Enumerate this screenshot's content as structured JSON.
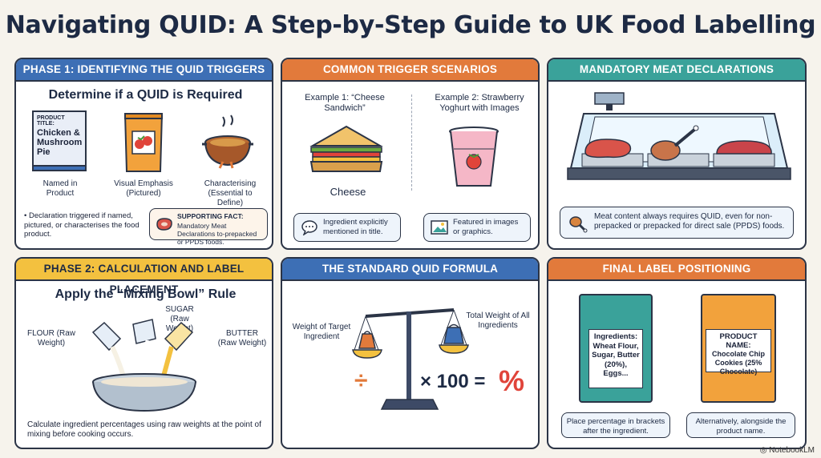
{
  "title": "Navigating QUID: A Step-by-Step Guide to UK Food Labelling",
  "phase1": {
    "header": "PHASE 1: IDENTIFYING THE QUID TRIGGERS",
    "subtitle": "Determine if a QUID is Required",
    "product_box_label": "PRODUCT TITLE:",
    "product_box_name": "Chicken & Mushroom Pie",
    "items": [
      "Named in Product",
      "Visual Emphasis (Pictured)",
      "Characterising (Essential to Define)"
    ],
    "bullet": "Declaration triggered if named, pictured, or characterises the food product.",
    "fact_title": "SUPPORTING FACT:",
    "fact_text": "Mandatory Meat Declarations to-prepacked or PPDS foods."
  },
  "scenarios": {
    "header": "COMMON TRIGGER SCENARIOS",
    "ex1_title": "Example 1: “Cheese Sandwich”",
    "ex1_label": "Cheese",
    "ex1_note": "Ingredient explicitly mentioned in title.",
    "ex2_title": "Example 2: Strawberry Yoghurt with Images",
    "ex2_note": "Featured in images or graphics."
  },
  "meat": {
    "header": "MANDATORY MEAT DECLARATIONS",
    "note": "Meat content always requires QUID, even for non-prepacked or prepacked for direct sale (PPDS) foods."
  },
  "phase2": {
    "header": "PHASE 2: CALCULATION AND LABEL PLACEMENT",
    "subtitle": "Apply the “Mixing Bowl” Rule",
    "flour": "FLOUR (Raw Weight)",
    "sugar": "SUGAR (Raw Weight)",
    "butter": "BUTTER (Raw Weight)",
    "caption": "Calculate ingredient percentages using raw weights at the point of mixing before cooking occurs."
  },
  "formula": {
    "header": "THE STANDARD QUID FORMULA",
    "left": "Weight of Target Ingredient",
    "right": "Total Weight of All Ingredients",
    "divide": "÷",
    "times": "× 100 =",
    "percent": "%"
  },
  "final": {
    "header": "FINAL LABEL POSITIONING",
    "pack1": "Ingredients: Wheat Flour, Sugar, Butter (20%), Eggs...",
    "pack2_title": "PRODUCT NAME:",
    "pack2_text": "Chocolate Chip Cookies (25% Chocolate)",
    "note1": "Place percentage in brackets after the ingredient.",
    "note2": "Alternatively, alongside the product name."
  },
  "footer": "NotebookLM",
  "colors": {
    "blue": "#3d6fb5",
    "orange": "#e27a3b",
    "teal": "#3aa29a",
    "yellow": "#f3c13f"
  }
}
